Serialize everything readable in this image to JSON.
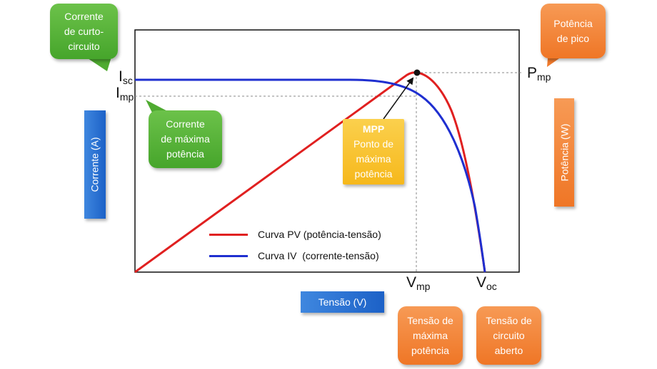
{
  "diagram": {
    "title": "",
    "legend": [
      {
        "label": "Curva PV (potência-tensão)",
        "color": "#e02020"
      },
      {
        "label": "Curva IV  (corrente-tensão)",
        "color": "#1f2fd0"
      }
    ],
    "axes": {
      "x_label": "Tensão (V)",
      "y_left_label": "Corrente (A)",
      "y_right_label": "Potência (W)"
    },
    "symbols": {
      "isc": {
        "main": "I",
        "sub": "sc"
      },
      "imp": {
        "main": "I",
        "sub": "mp"
      },
      "pmp": {
        "main": "P",
        "sub": "mp"
      },
      "vmp": {
        "main": "V",
        "sub": "mp"
      },
      "voc": {
        "main": "V",
        "sub": "oc"
      }
    },
    "callouts": {
      "short_circuit": "Corrente\nde curto-\ncircuito",
      "max_power_current": "Corrente\nde máxima\npotência",
      "peak_power": "Potência\nde pico",
      "mpp_title": "MPP",
      "mpp_text": "Ponto de\nmáxima\npotência",
      "max_power_voltage": "Tensão de\nmáxima\npotência",
      "open_circuit_voltage": "Tensão de\ncircuito\naberto"
    },
    "colors": {
      "pv_curve": "#e02020",
      "iv_curve": "#1f2fd0",
      "green_callout": "#52ad34",
      "orange_callout": "#f08030",
      "yellow_callout": "#f8c02e",
      "axis_box": "#2a6fd4"
    }
  }
}
